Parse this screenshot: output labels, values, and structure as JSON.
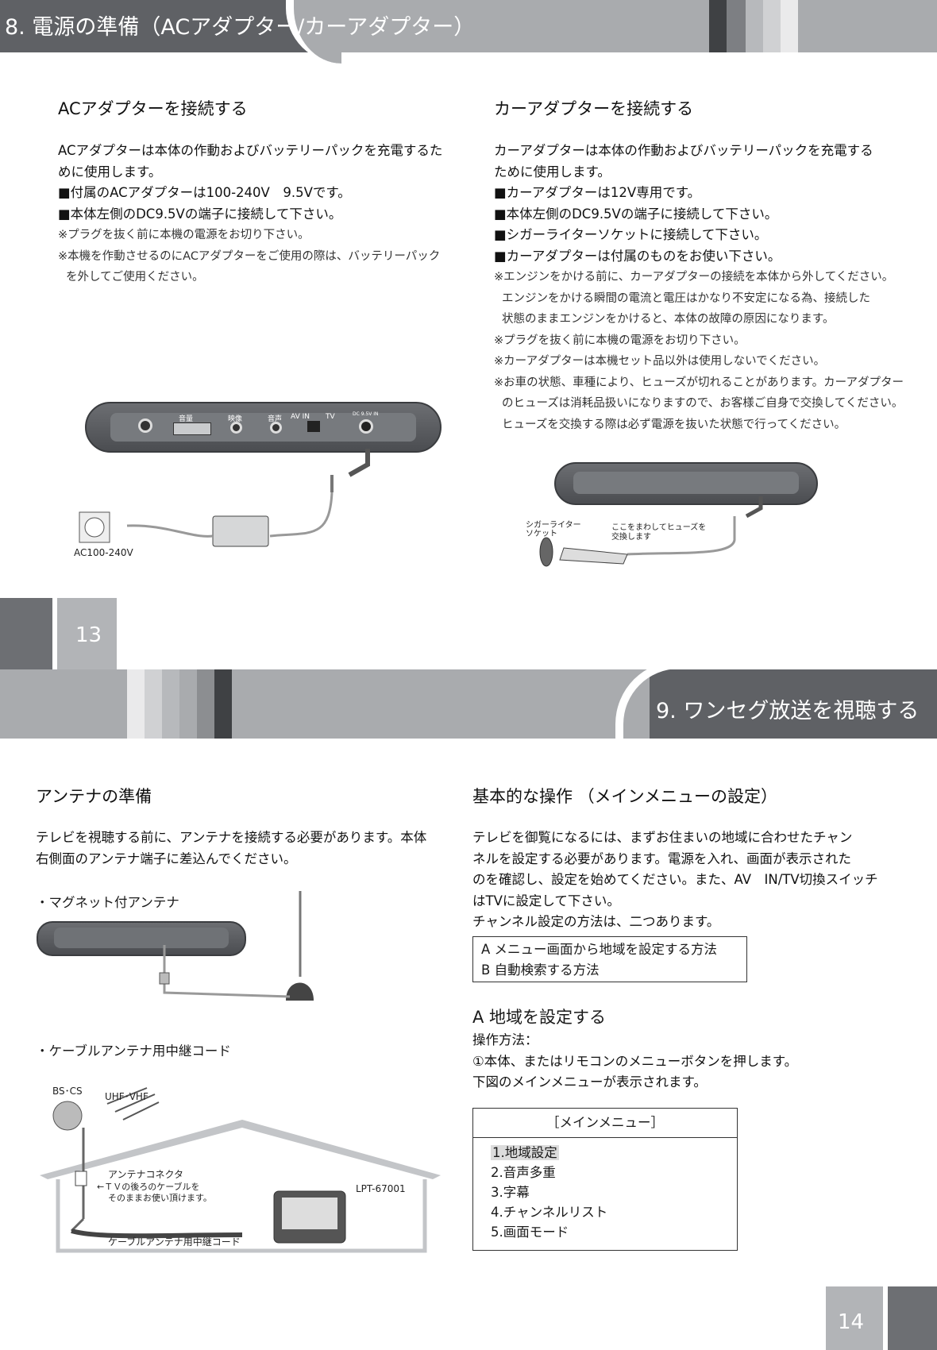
{
  "page13": {
    "header_title": "8. 電源の準備（ACアダプター/カーアダプター）",
    "page_number": "13",
    "ac": {
      "heading": "ACアダプターを接続する",
      "lines": [
        "ACアダプターは本体の作動およびバッテリーパックを充電するた",
        "めに使用します。",
        "■付属のACアダプターは100-240V　9.5Vです。",
        "■本体左側のDC9.5Vの端子に接続して下さい。"
      ],
      "notes": [
        "※プラグを抜く前に本機の電源をお切り下さい。",
        "※本機を作動させるのにACアダプターをご使用の際は、バッテリーパック",
        "を外してご使用ください。"
      ],
      "device_labels": [
        "音量",
        "映像",
        "音声",
        "AV IN",
        "TV",
        "DC 9.5V IN"
      ],
      "outlet_label": "AC100-240V"
    },
    "car": {
      "heading": "カーアダプターを接続する",
      "lines": [
        "カーアダプターは本体の作動およびバッテリーパックを充電する",
        "ために使用します。",
        "■カーアダプターは12V専用です。",
        "■本体左側のDC9.5Vの端子に接続して下さい。",
        "■シガーライターソケットに接続して下さい。",
        "■カーアダプターは付属のものをお使い下さい。"
      ],
      "notes": [
        "※エンジンをかける前に、カーアダプターの接続を本体から外してください。",
        "エンジンをかける瞬間の電流と電圧はかなり不安定になる為、接続した",
        "状態のままエンジンをかけると、本体の故障の原因になります。",
        "※プラグを抜く前に本機の電源をお切り下さい。",
        "※カーアダプターは本機セット品以外は使用しないでください。",
        "※お車の状態、車種により、ヒューズが切れることがあります。カーアダプター",
        "のヒューズは消耗品扱いになりますので、お客様ご自身で交換してください。",
        "ヒューズを交換する際は必ず電源を抜いた状態で行ってください。"
      ],
      "socket_label_1": "シガーライター",
      "socket_label_2": "ソケット",
      "fuse_label_1": "ここをまわしてヒューズを",
      "fuse_label_2": "交換します"
    }
  },
  "page14": {
    "header_title": "9. ワンセグ放送を視聴する",
    "page_number": "14",
    "antenna": {
      "heading": "アンテナの準備",
      "lines": [
        "テレビを視聴する前に、アンテナを接続する必要があります。本体",
        "右側面のアンテナ端子に差込んでください。"
      ],
      "magnet_label": "・マグネット付アンテナ",
      "cable_label": "・ケーブルアンテナ用中継コード",
      "diagram": {
        "bscs": "BS･CS",
        "uhf": "UHF･VHF",
        "connector": "アンテナコネクタ",
        "connector_note_1": "←ＴＶの後ろのケーブルを",
        "connector_note_2": "そのままお使い頂けます。",
        "model": "LPT-67001",
        "cord": "ケーブルアンテナ用中継コード"
      }
    },
    "basic": {
      "heading": "基本的な操作 （メインメニューの設定）",
      "lines": [
        "テレビを御覧になるには、まずお住まいの地域に合わせたチャン",
        "ネルを設定する必要があります。電源を入れ、画面が表示された",
        "のを確認し、設定を始めてください。また、AV　IN/TV切換スイッチ",
        "はTVに設定して下さい。",
        "チャンネル設定の方法は、二つあります。"
      ],
      "methods": [
        "A  メニュー画面から地域を設定する方法",
        "B  自動検索する方法"
      ],
      "sub_heading": "A  地域を設定する",
      "steps": [
        "操作方法：",
        "①本体、またはリモコンのメニューボタンを押します。",
        "下図のメインメニューが表示されます。"
      ],
      "menu": {
        "title": "［メインメニュー］",
        "items": [
          "1.地域設定",
          "2.音声多重",
          "3.字幕",
          "4.チャンネルリスト",
          "5.画面モード"
        ]
      }
    }
  },
  "colors": {
    "dark_gray": "#5f6165",
    "light_gray": "#a9abae",
    "stripe_light": "#d8d9db"
  }
}
